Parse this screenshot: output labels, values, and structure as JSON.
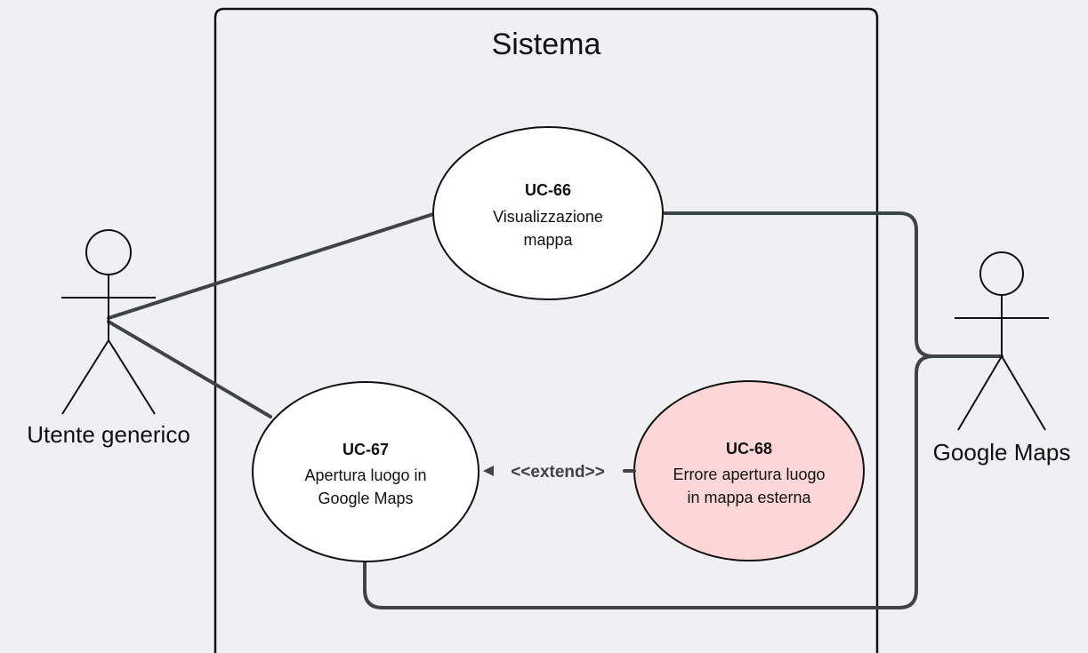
{
  "system": {
    "title": "Sistema"
  },
  "actors": [
    {
      "id": "utente",
      "label": "Utente generico",
      "head_color": "#ffffff"
    },
    {
      "id": "google",
      "label": "Google Maps",
      "head_color": "#4cc156"
    }
  ],
  "use_cases": [
    {
      "id": "UC-66",
      "lines": [
        "Visualizzazione",
        "mappa"
      ],
      "fill": "#ffffff"
    },
    {
      "id": "UC-67",
      "lines": [
        "Apertura luogo in",
        "Google Maps"
      ],
      "fill": "#ffffff"
    },
    {
      "id": "UC-68",
      "lines": [
        "Errore apertura luogo",
        "in mappa esterna"
      ],
      "fill": "#fdd7d7"
    }
  ],
  "relations": {
    "extend_label": "<<extend>>"
  },
  "colors": {
    "background": "#f0eff4",
    "line": "#3d4348"
  }
}
